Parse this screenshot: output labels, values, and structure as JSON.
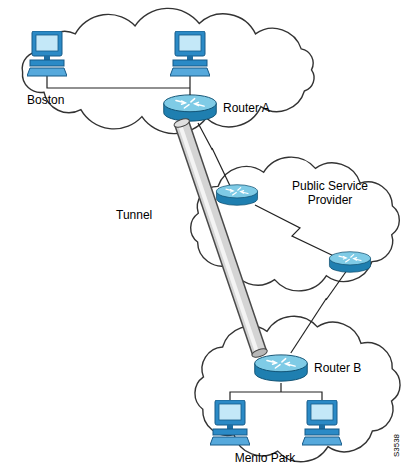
{
  "diagram": {
    "nodes": [
      {
        "text": [
          "Boston"
        ]
      },
      {
        "text": [
          "Router A"
        ],
        "in": 0
      },
      {
        "text": [
          "Public Service Provider"
        ]
      },
      {
        "text": [
          "Menlo Park"
        ]
      },
      {
        "text": [
          "Router B"
        ],
        "in": 3
      }
    ],
    "edges": [
      {
        "from": 1,
        "to": 2,
        "arrow": "none"
      },
      {
        "from": 2,
        "to": 4,
        "arrow": "none"
      },
      {
        "from": 1,
        "to": 4,
        "label": "Tunnel",
        "arrow": "none"
      }
    ],
    "labels": [
      "S3538"
    ]
  }
}
